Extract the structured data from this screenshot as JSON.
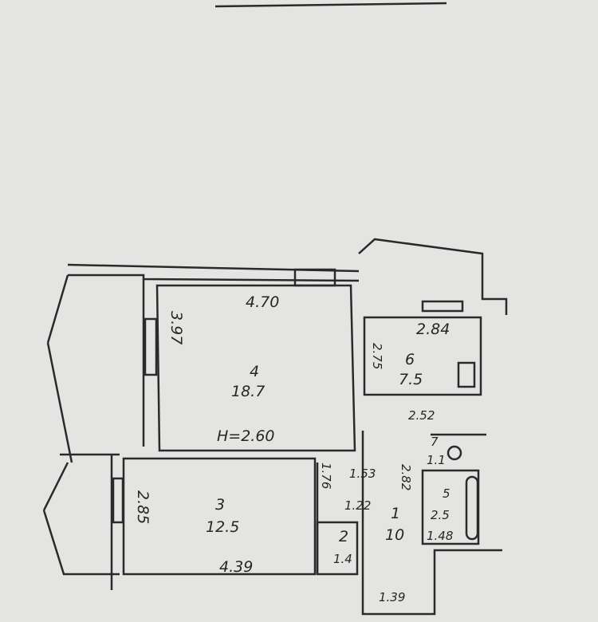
{
  "plan": {
    "ceiling_height": "H=2.60",
    "rooms": [
      {
        "number": "4",
        "area": "18.7",
        "width": "4.70",
        "depth": "3.97"
      },
      {
        "number": "3",
        "area": "12.5",
        "width": "4.39",
        "depth": "2.85"
      },
      {
        "number": "6",
        "area": "7.5",
        "width": "2.84",
        "depth": "2.75",
        "bottom": "2.52"
      },
      {
        "number": "1",
        "area": "10",
        "dim_a": "1.53",
        "dim_b": "1.22",
        "dim_c": "2.82",
        "dim_d": "1.76",
        "dim_e": "1.39"
      },
      {
        "number": "2",
        "area": "1.4"
      },
      {
        "number": "5",
        "area": "2.5",
        "width": "1.48"
      },
      {
        "number": "7",
        "area": "1.1"
      }
    ]
  }
}
